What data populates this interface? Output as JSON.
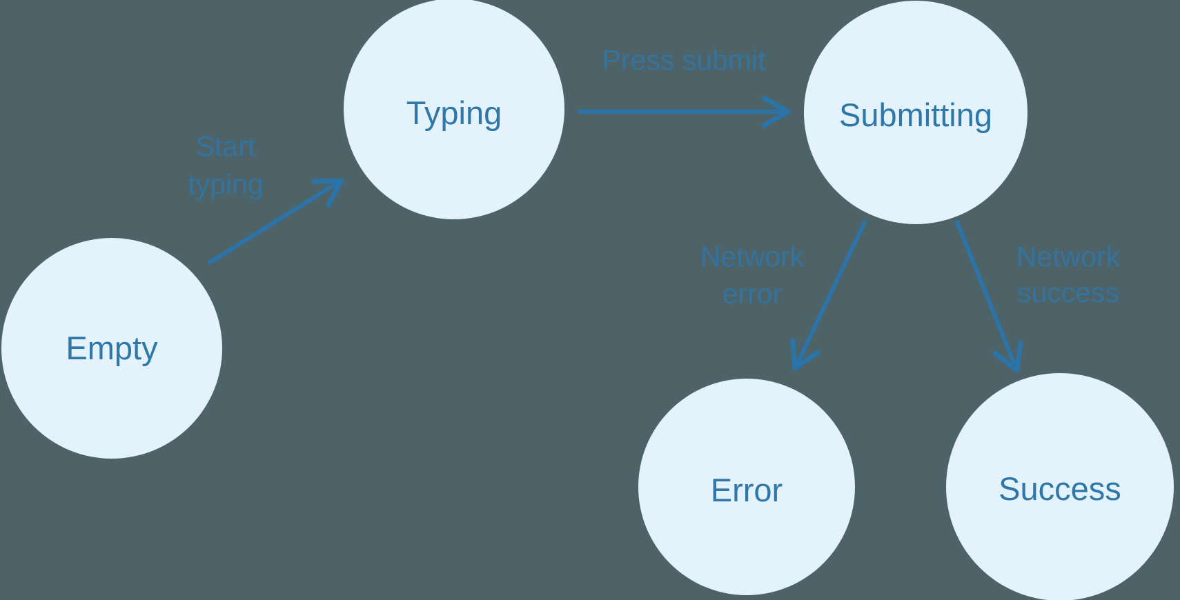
{
  "diagram": {
    "type": "state-machine",
    "colors": {
      "background": "#4d6367",
      "node_fill": "#e4f3fb",
      "node_text": "#2e77a8",
      "arrow": "#2a74a9",
      "edge_label": "#2e77ab"
    },
    "nodes": [
      {
        "id": "empty",
        "label": "Empty"
      },
      {
        "id": "typing",
        "label": "Typing"
      },
      {
        "id": "submitting",
        "label": "Submitting"
      },
      {
        "id": "error",
        "label": "Error"
      },
      {
        "id": "success",
        "label": "Success"
      }
    ],
    "edges": [
      {
        "id": "start-typing",
        "from": "Empty",
        "to": "Typing",
        "label": "Start typing",
        "label_lines": [
          "Start",
          "typing"
        ]
      },
      {
        "id": "press-submit",
        "from": "Typing",
        "to": "Submitting",
        "label": "Press submit",
        "label_lines": [
          "Press submit"
        ]
      },
      {
        "id": "network-error",
        "from": "Submitting",
        "to": "Error",
        "label": "Network error",
        "label_lines": [
          "Network",
          "error"
        ]
      },
      {
        "id": "network-success",
        "from": "Submitting",
        "to": "Success",
        "label": "Network success",
        "label_lines": [
          "Network",
          "success"
        ]
      }
    ]
  }
}
